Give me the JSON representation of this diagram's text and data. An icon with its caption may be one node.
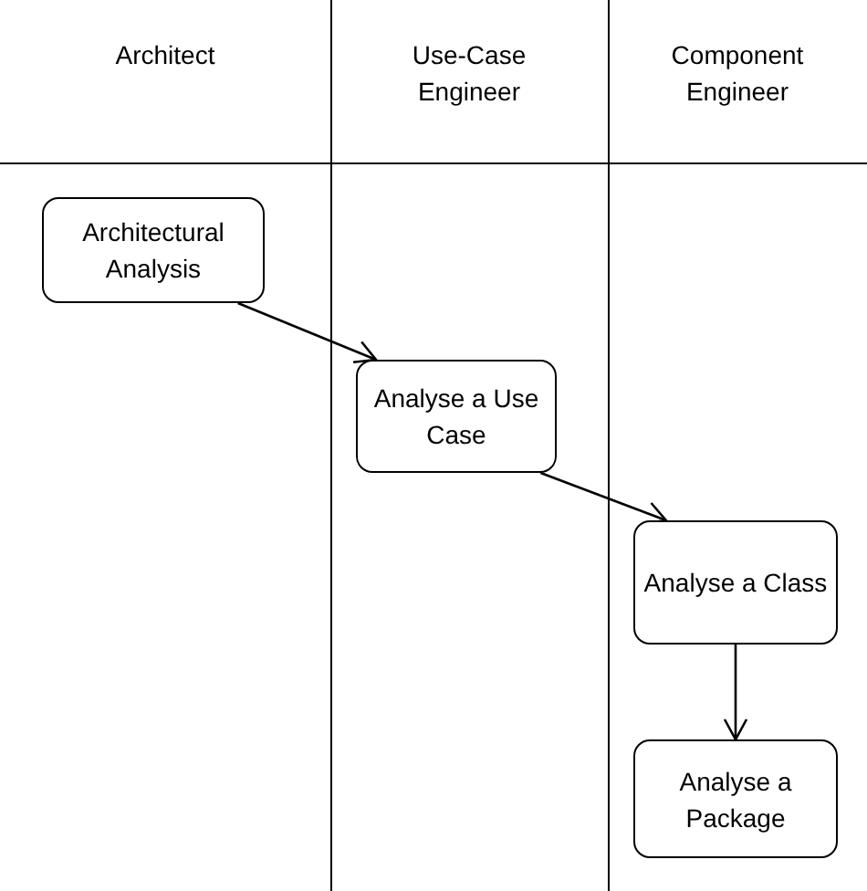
{
  "diagram": {
    "nodes": [
      {
        "text": [
          "Architect"
        ]
      },
      {
        "text": [
          "Use-Case Engineer"
        ]
      },
      {
        "text": [
          "Component Engineer"
        ]
      },
      {
        "text": [
          "Architectural Analysis"
        ],
        "in": 0
      },
      {
        "text": [
          "Analyse a Use Case"
        ],
        "in": 1
      },
      {
        "text": [
          "Analyse a Class"
        ],
        "in": 2
      },
      {
        "text": [
          "Analyse a Package"
        ],
        "in": 2
      }
    ],
    "edges": [
      {
        "from": 3,
        "to": 4,
        "arrow": "to"
      },
      {
        "from": 4,
        "to": 5,
        "arrow": "to"
      },
      {
        "from": 5,
        "to": 6,
        "arrow": "to"
      }
    ]
  }
}
